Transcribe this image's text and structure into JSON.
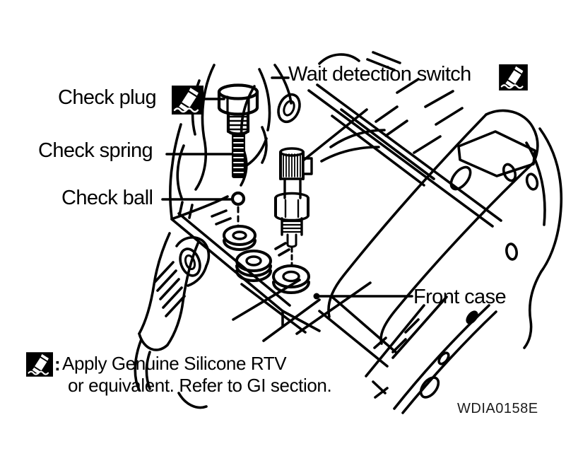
{
  "colors": {
    "ink": "#000000",
    "paper": "#ffffff"
  },
  "labels": {
    "check_plug": "Check plug",
    "check_spring": "Check spring",
    "check_ball": "Check ball",
    "wait_detection_switch": "Wait detection switch",
    "front_case": "Front case"
  },
  "note": {
    "separator": ":",
    "line1": "Apply Genuine Silicone RTV",
    "line2": "or equivalent. Refer to GI section."
  },
  "figure_code": "WDIA0158E",
  "icons": {
    "sealant": "sealant-applicator-in-black-box"
  }
}
